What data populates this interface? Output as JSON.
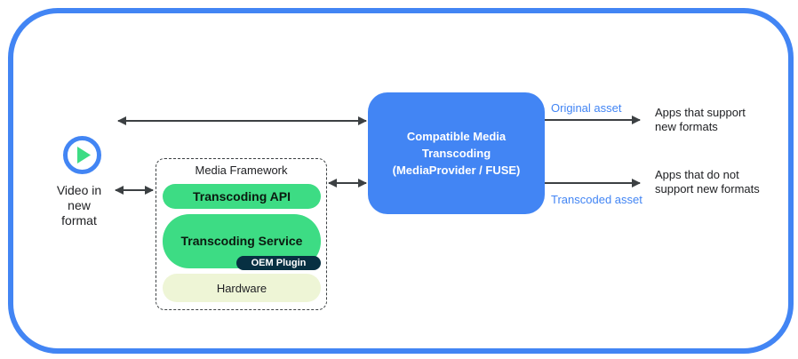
{
  "colors": {
    "frame": "#4285f4",
    "compat_box": "#4285f4",
    "android_green": "#3ddc84",
    "oem_dark": "#073042",
    "hardware_bg": "#eef5d6",
    "arrow": "#3c4043",
    "edge_label": "#4285f4"
  },
  "source": {
    "icon": "play-icon",
    "label_lines": [
      "Video in",
      "new",
      "format"
    ]
  },
  "media_framework": {
    "title": "Media Framework",
    "api_label": "Transcoding API",
    "service_label": "Transcoding Service",
    "plugin_label": "OEM Plugin",
    "hardware_label": "Hardware"
  },
  "compat": {
    "lines": [
      "Compatible Media",
      "Transcoding",
      "(MediaProvider / FUSE)"
    ]
  },
  "outputs": {
    "original_label": "Original asset",
    "transcoded_label": "Transcoded asset",
    "apps_new_lines": [
      "Apps that support",
      "new formats"
    ],
    "apps_old_lines": [
      "Apps that do not",
      "support new formats"
    ]
  }
}
